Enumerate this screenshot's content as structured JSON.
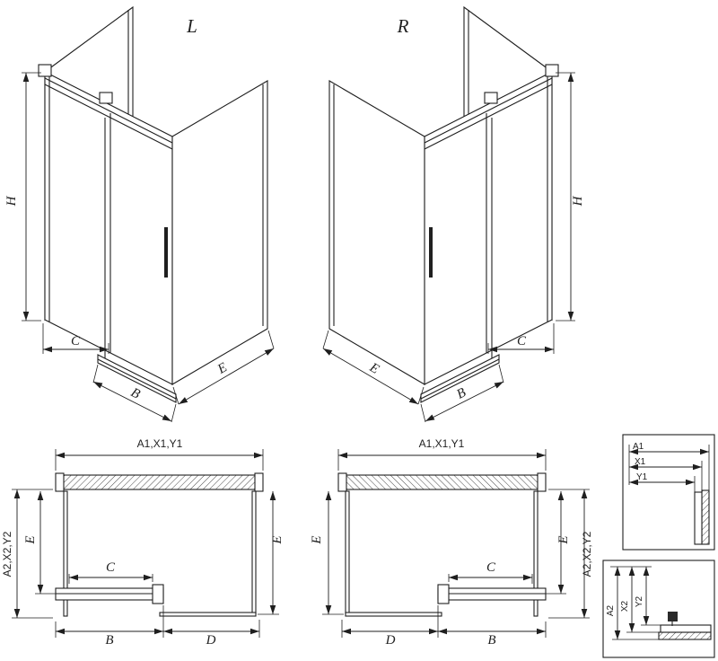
{
  "colors": {
    "background": "#ffffff",
    "line": "#1f1f1f"
  },
  "iso_left": {
    "variant": "L",
    "h": "H",
    "c": "C",
    "b": "B",
    "e": "E"
  },
  "iso_right": {
    "variant": "R",
    "h": "H",
    "c": "C",
    "b": "B",
    "e": "E"
  },
  "plan_left": {
    "width_dim": "A1,X1,Y1",
    "depth_dim": "A2,X2,Y2",
    "e_left": "E",
    "e_right": "E",
    "c": "C",
    "b": "B",
    "d": "D"
  },
  "plan_right": {
    "width_dim": "A1,X1,Y1",
    "depth_dim": "A2,X2,Y2",
    "e_left": "E",
    "e_right": "E",
    "c": "C",
    "b": "B",
    "d": "D"
  },
  "detail_top": {
    "a1": "A1",
    "x1": "X1",
    "y1": "Y1"
  },
  "detail_bottom": {
    "a2": "A2",
    "x2": "X2",
    "y2": "Y2"
  }
}
